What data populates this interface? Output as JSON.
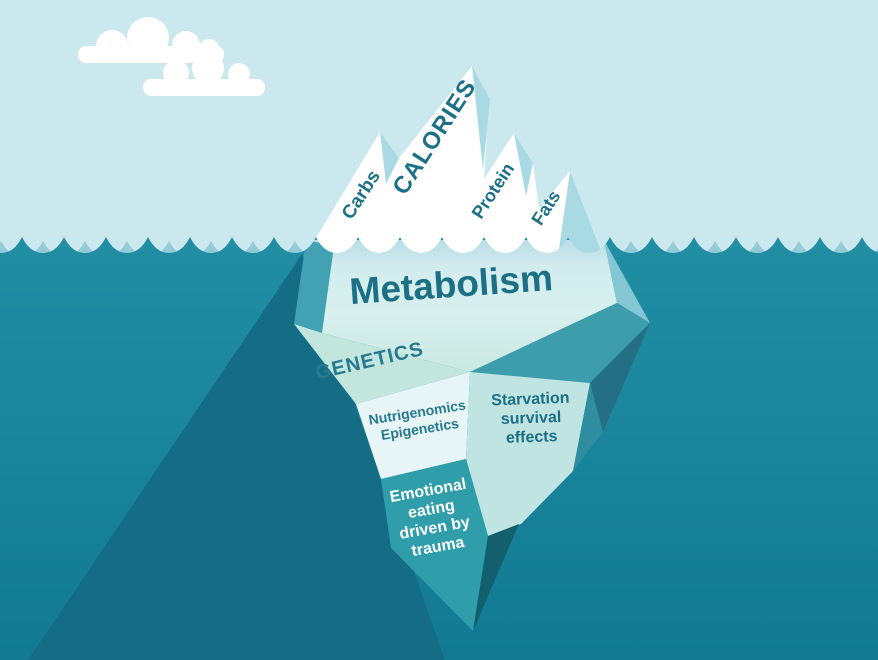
{
  "diagram": {
    "above_water": {
      "carbs": "Carbs",
      "calories": "CALORIES",
      "protein": "Protein",
      "fats": "Fats"
    },
    "below_water": {
      "metabolism": "Metabolism",
      "genetics": "GENETICS",
      "nutrigenomics": {
        "lines": [
          "Nutrigenomics",
          "Epigenetics"
        ]
      },
      "starvation": {
        "lines": [
          "Starvation",
          "survival",
          "effects"
        ]
      },
      "emotional": {
        "lines": [
          "Emotional",
          "eating",
          "driven by",
          "trauma"
        ]
      }
    }
  },
  "colors": {
    "sky": "#cbe8ef",
    "cloud": "#ffffff",
    "water_top": "#218ea4",
    "water_bottom": "#127a93",
    "wave_highlight": "#93ccd7",
    "iceberg_shadow": "#156c85",
    "ice_white": "#ffffff",
    "ice_shade": "#a9d9e3",
    "facet_left_flank": "#42a1b2",
    "facet_genetics": "#c2e5de",
    "facet_nutrigenomics": "#e7f5f6",
    "facet_starvation": "#c0e4e2",
    "facet_right_light": "#84c6d1",
    "facet_right_mid": "#3d9dac",
    "facet_right_dark": "#256f85",
    "facet_starvation_edge": "#2e8d9f",
    "facet_emotional": "#2f9daa",
    "facet_tip_dark": "#145f6e",
    "text_dark": "#1b7086",
    "text_mid": "#27798f",
    "text_light": "#ffffff"
  }
}
